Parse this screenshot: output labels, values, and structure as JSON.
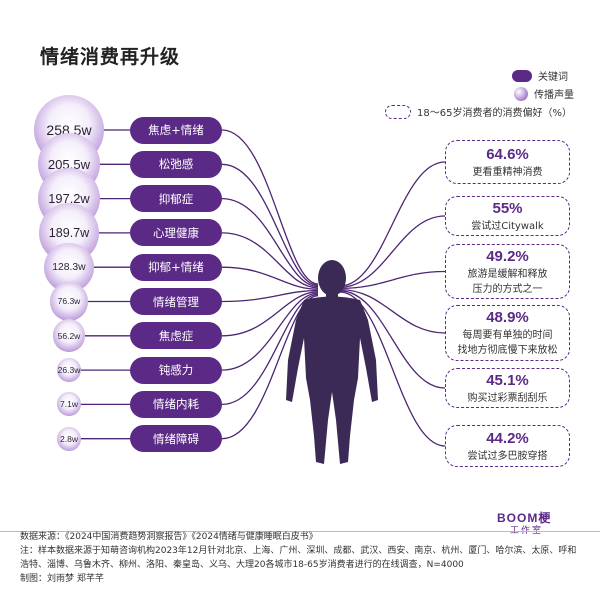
{
  "title": "情绪消费再升级",
  "legend": {
    "keyword": "关键词",
    "volume": "传播声量",
    "preference": "18～65岁消费者的消费偏好（%）"
  },
  "colors": {
    "accent": "#5b2a86",
    "figure": "#3a2a55"
  },
  "chart_data": {
    "type": "bubble-infographic",
    "keywords": [
      "焦虑+情绪",
      "松弛感",
      "抑郁症",
      "心理健康",
      "抑郁+情绪",
      "情绪管理",
      "焦虑症",
      "钝感力",
      "情绪内耗",
      "情绪障碍"
    ],
    "volume_labels": [
      "258.5w",
      "205.5w",
      "197.2w",
      "189.7w",
      "128.3w",
      "76.3w",
      "56.2w",
      "26.3w",
      "7.1w",
      "2.8w"
    ],
    "volume_values": [
      258.5,
      205.5,
      197.2,
      189.7,
      128.3,
      76.3,
      56.2,
      26.3,
      7.1,
      2.8
    ],
    "preferences": [
      {
        "pct": "64.6%",
        "value": 64.6,
        "lines": [
          "更看重精神消费"
        ]
      },
      {
        "pct": "55%",
        "value": 55,
        "lines": [
          "尝试过Citywalk"
        ]
      },
      {
        "pct": "49.2%",
        "value": 49.2,
        "lines": [
          "旅游是缓解和释放",
          "压力的方式之一"
        ]
      },
      {
        "pct": "48.9%",
        "value": 48.9,
        "lines": [
          "每周要有单独的时间",
          "找地方彻底慢下来放松"
        ]
      },
      {
        "pct": "45.1%",
        "value": 45.1,
        "lines": [
          "购买过彩票刮刮乐"
        ]
      },
      {
        "pct": "44.2%",
        "value": 44.2,
        "lines": [
          "尝试过多巴胺穿搭"
        ]
      }
    ]
  },
  "footer": {
    "source": "数据来源：《2024中国消费趋势洞察报告》《2024情绪与健康睡眠白皮书》",
    "note": "注：样本数据来源于知萌咨询机构2023年12月针对北京、上海、广州、深圳、成都、武汉、西安、南京、杭州、厦门、哈尔滨、太原、呼和浩特、淄博、乌鲁木齐、柳州、洛阳、秦皇岛、义乌、大理20各城市18-65岁消费者进行的在线调查，N=4000",
    "author": "制图：刘雨梦 郑芊芊",
    "logo_main": "BOOM梗",
    "logo_sub": "工作室"
  }
}
